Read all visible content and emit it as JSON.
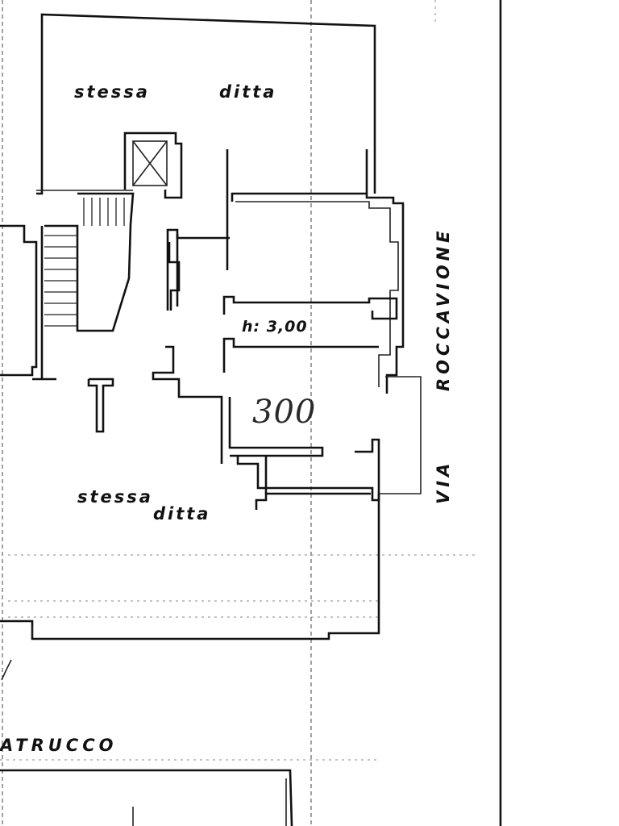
{
  "labels": {
    "room_top": [
      "stessa",
      "ditta"
    ],
    "room_bottom": [
      "stessa",
      "ditta"
    ],
    "ceiling_height": "h: 3,00",
    "unit_number": "300",
    "street_name": "ROCCAVIONE",
    "street_prefix": "VIA",
    "bottom_street": "ATRUCCO"
  }
}
